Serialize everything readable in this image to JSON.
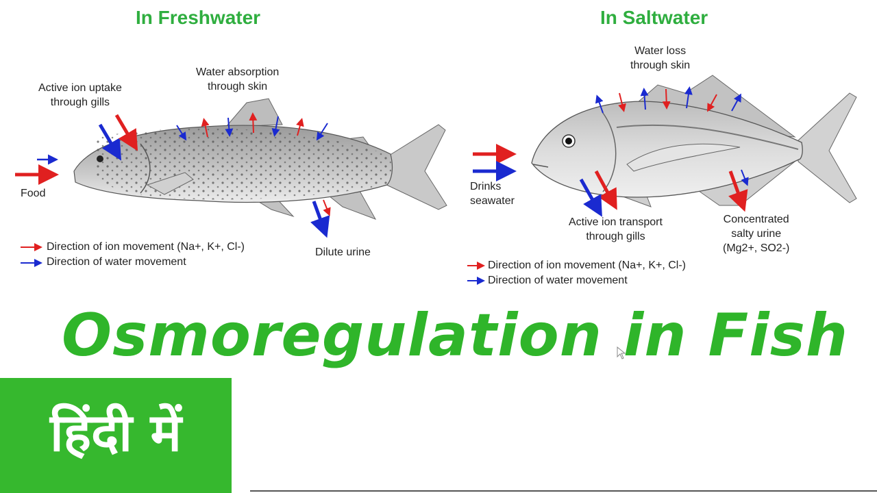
{
  "freshwater": {
    "heading": "In Freshwater",
    "labels": {
      "ion_uptake": "Active ion uptake\nthrough gills",
      "water_absorption": "Water absorption\nthrough skin",
      "food": "Food",
      "dilute_urine": "Dilute urine"
    },
    "legend": {
      "ion": "Direction of ion movement (Na+, K+, Cl-)",
      "water": "Direction of water movement"
    }
  },
  "saltwater": {
    "heading": "In Saltwater",
    "labels": {
      "water_loss": "Water loss\nthrough skin",
      "drinks": "Drinks\nseawater",
      "ion_transport": "Active ion transport\nthrough gills",
      "salty_urine": "Concentrated\nsalty urine\n(Mg2+, SO2-)"
    },
    "legend": {
      "ion": "Direction of ion movement (Na+, K+, Cl-)",
      "water": "Direction of water movement"
    }
  },
  "title": "Osmoregulation in Fish",
  "hindi_caption": "हिंदी में",
  "colors": {
    "ion_arrow": "#e02020",
    "water_arrow": "#1a2ad0",
    "title_green": "#2fb52a",
    "badge_green": "#36b82e"
  }
}
